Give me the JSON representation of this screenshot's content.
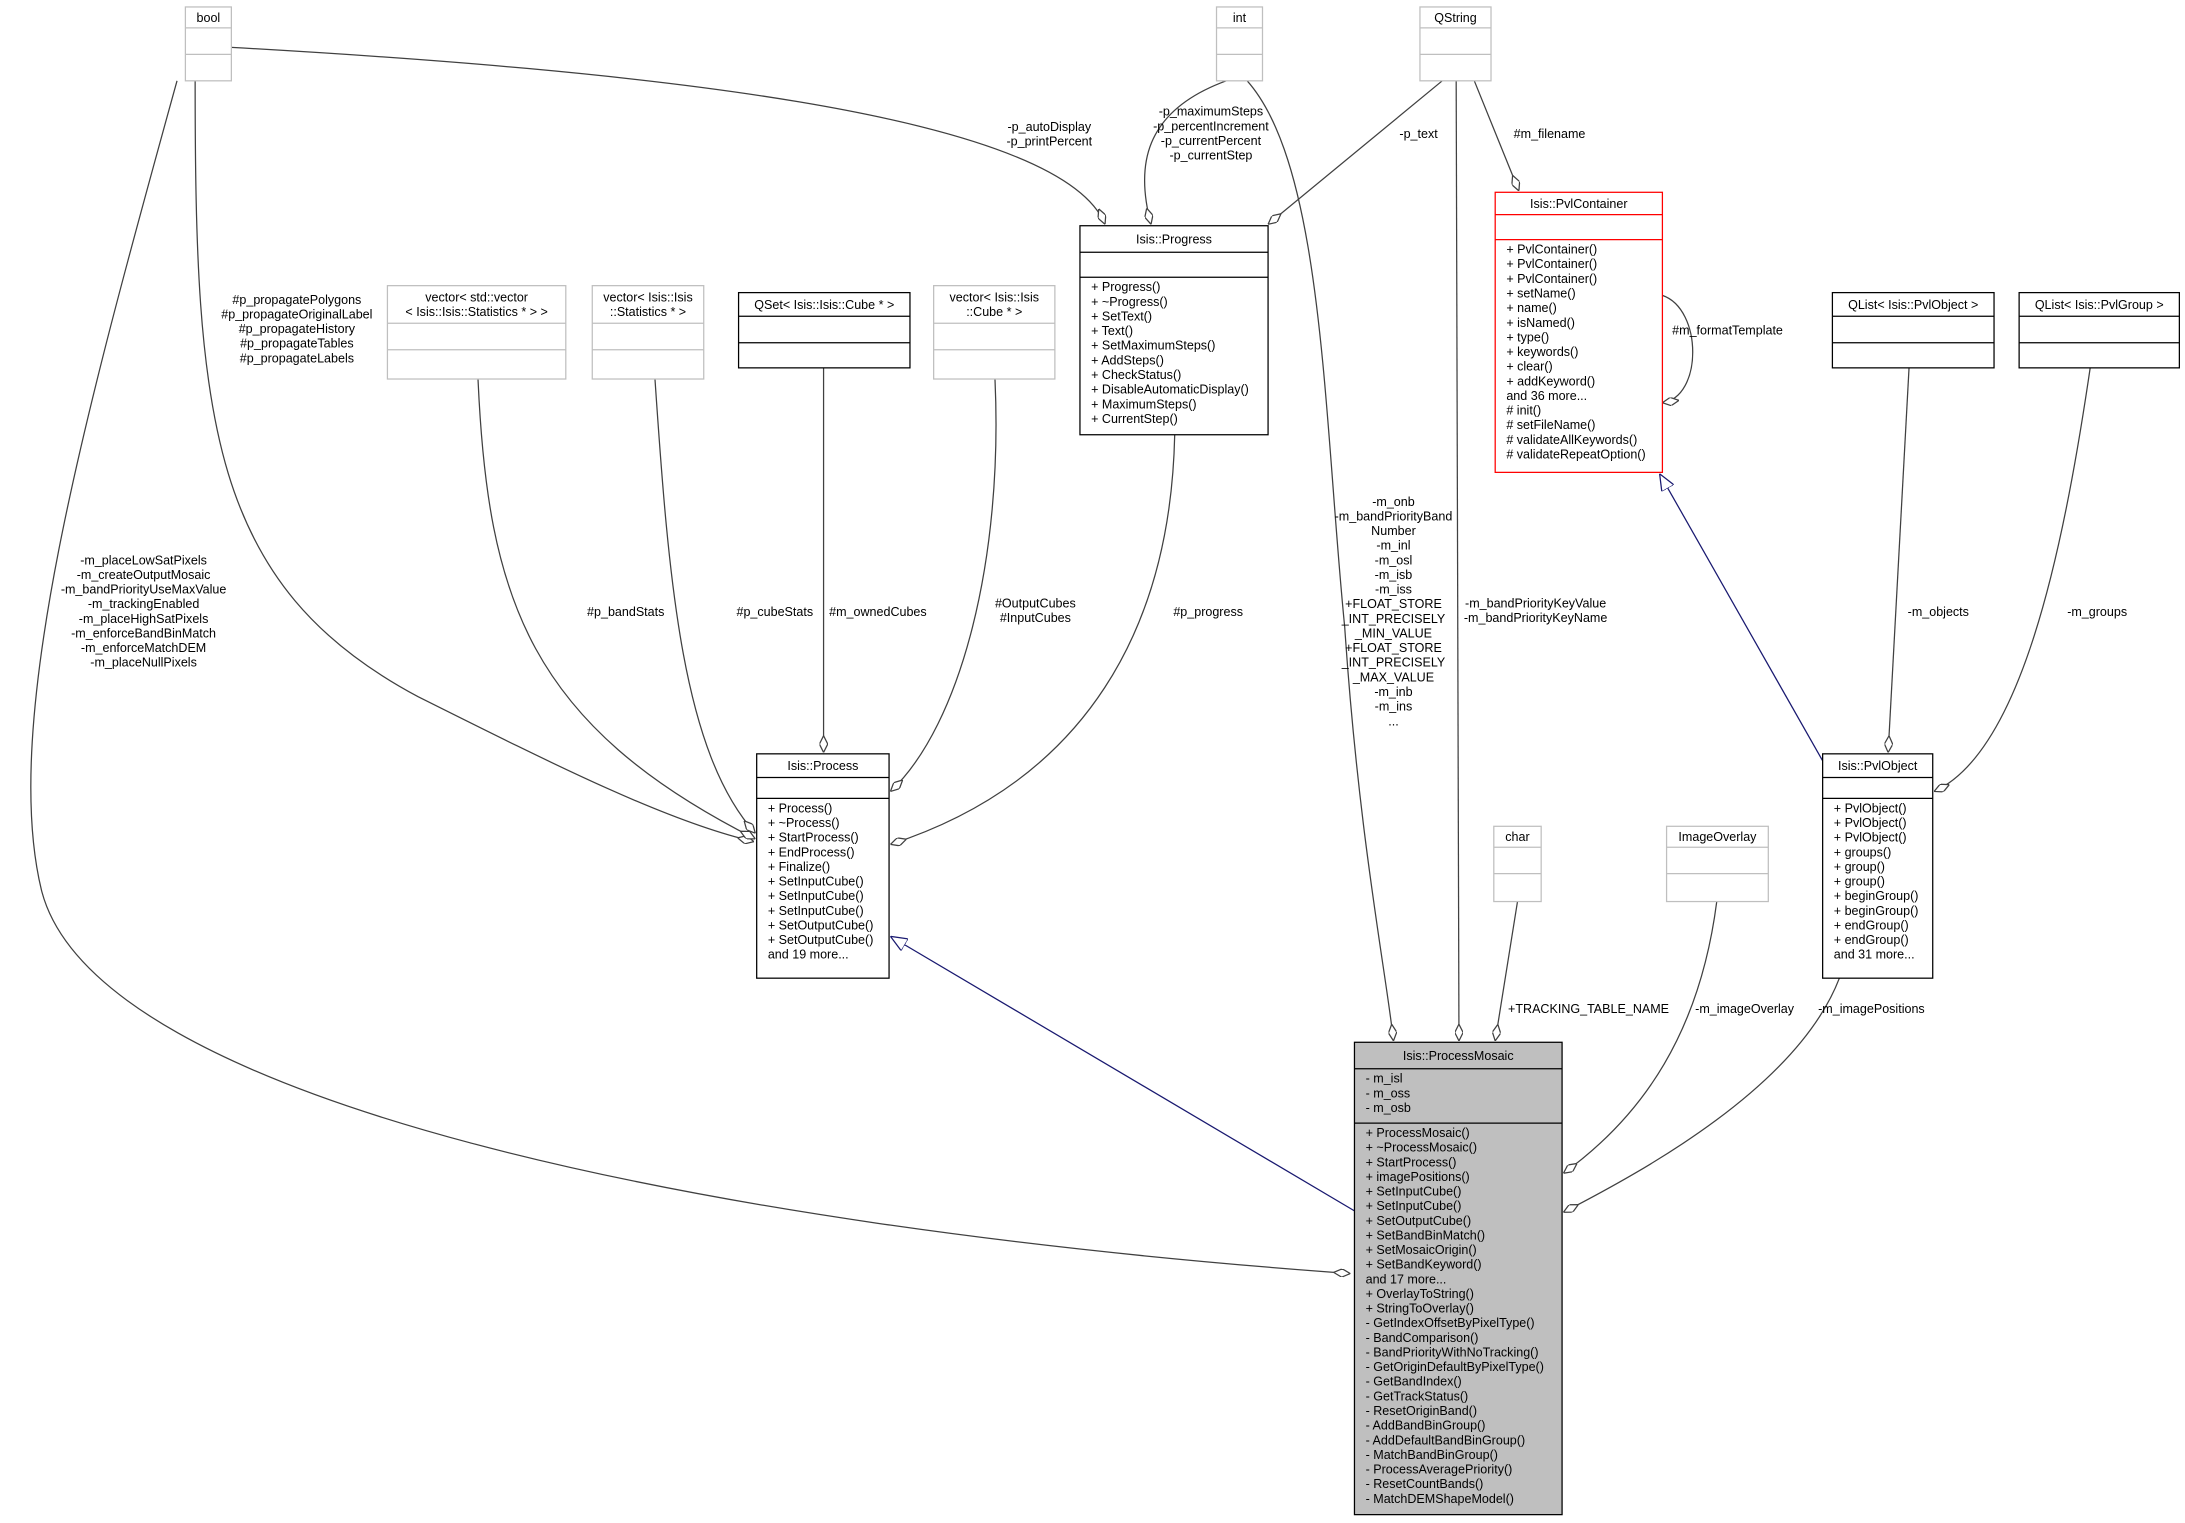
{
  "diagram": {
    "classes": {
      "bool": {
        "name": [
          "bool"
        ],
        "attributes": [],
        "methods": []
      },
      "int": {
        "name": [
          "int"
        ],
        "attributes": [],
        "methods": []
      },
      "qstring": {
        "name": [
          "QString"
        ],
        "attributes": [],
        "methods": []
      },
      "pvlcontainer": {
        "name": [
          "Isis::PvlContainer"
        ],
        "attributes": [],
        "methods": [
          "+ PvlContainer()",
          "+ PvlContainer()",
          "+ PvlContainer()",
          "+ setName()",
          "+ name()",
          "+ isNamed()",
          "+ type()",
          "+ keywords()",
          "+ clear()",
          "+ addKeyword()",
          "and 36 more...",
          "# init()",
          "# setFileName()",
          "# validateAllKeywords()",
          "# validateRepeatOption()"
        ]
      },
      "progress": {
        "name": [
          "Isis::Progress"
        ],
        "attributes": [],
        "methods": [
          "+ Progress()",
          "+ ~Progress()",
          "+ SetText()",
          "+ Text()",
          "+ SetMaximumSteps()",
          "+ AddSteps()",
          "+ CheckStatus()",
          "+ DisableAutomaticDisplay()",
          "+ MaximumSteps()",
          "+ CurrentStep()"
        ]
      },
      "vecvecstats": {
        "name": [
          "vector< std::vector",
          "< Isis::Isis::Statistics * > >"
        ],
        "attributes": [],
        "methods": []
      },
      "vecstats": {
        "name": [
          "vector< Isis::Isis",
          "::Statistics * >"
        ],
        "attributes": [],
        "methods": []
      },
      "qsetcube": {
        "name": [
          "QSet< Isis::Isis::Cube * >"
        ],
        "attributes": [],
        "methods": []
      },
      "veccube": {
        "name": [
          "vector< Isis::Isis",
          "::Cube * >"
        ],
        "attributes": [],
        "methods": []
      },
      "qlistobject": {
        "name": [
          "QList< Isis::PvlObject >"
        ],
        "attributes": [],
        "methods": []
      },
      "qlistgroup": {
        "name": [
          "QList< Isis::PvlGroup >"
        ],
        "attributes": [],
        "methods": []
      },
      "process": {
        "name": [
          "Isis::Process"
        ],
        "attributes": [],
        "methods": [
          "+ Process()",
          "+ ~Process()",
          "+ StartProcess()",
          "+ EndProcess()",
          "+ Finalize()",
          "+ SetInputCube()",
          "+ SetInputCube()",
          "+ SetInputCube()",
          "+ SetOutputCube()",
          "+ SetOutputCube()",
          "and 19 more..."
        ]
      },
      "pvlobject": {
        "name": [
          "Isis::PvlObject"
        ],
        "attributes": [],
        "methods": [
          "+ PvlObject()",
          "+ PvlObject()",
          "+ PvlObject()",
          "+ groups()",
          "+ group()",
          "+ group()",
          "+ beginGroup()",
          "+ beginGroup()",
          "+ endGroup()",
          "+ endGroup()",
          "and 31 more..."
        ]
      },
      "char": {
        "name": [
          "char"
        ],
        "attributes": [],
        "methods": []
      },
      "imageoverlay": {
        "name": [
          "ImageOverlay"
        ],
        "attributes": [],
        "methods": []
      },
      "processmosaic": {
        "name": [
          "Isis::ProcessMosaic"
        ],
        "attributes": [
          "- m_isl",
          "- m_oss",
          "- m_osb"
        ],
        "methods": [
          "+ ProcessMosaic()",
          "+ ~ProcessMosaic()",
          "+ StartProcess()",
          "+ imagePositions()",
          "+ SetInputCube()",
          "+ SetInputCube()",
          "+ SetOutputCube()",
          "+ SetBandBinMatch()",
          "+ SetMosaicOrigin()",
          "+ SetBandKeyword()",
          "and 17 more...",
          "+ OverlayToString()",
          "+ StringToOverlay()",
          "- GetIndexOffsetByPixelType()",
          "- BandComparison()",
          "- BandPriorityWithNoTracking()",
          "- GetOriginDefaultByPixelType()",
          "- GetBandIndex()",
          "- GetTrackStatus()",
          "- ResetOriginBand()",
          "- AddBandBinGroup()",
          "- AddDefaultBandBinGroup()",
          "- MatchBandBinGroup()",
          "- ProcessAveragePriority()",
          "- ResetCountBands()",
          "- MatchDEMShapeModel()"
        ]
      }
    },
    "edge_labels": {
      "bool_processmosaic": [
        "-m_placeLowSatPixels",
        "-m_createOutputMosaic",
        "-m_bandPriorityUseMaxValue",
        "-m_trackingEnabled",
        "-m_placeHighSatPixels",
        "-m_enforceBandBinMatch",
        "-m_enforceMatchDEM",
        "-m_placeNullPixels"
      ],
      "bool_process": [
        "#p_propagatePolygons",
        "#p_propagateOriginalLabel",
        "#p_propagateHistory",
        "#p_propagateTables",
        "#p_propagateLabels"
      ],
      "bool_progress": [
        "-p_autoDisplay",
        "-p_printPercent"
      ],
      "int_progress": [
        "-p_maximumSteps",
        "-p_percentIncrement",
        "-p_currentPercent",
        "-p_currentStep"
      ],
      "int_processmosaic": [
        "-m_onb",
        "-m_bandPriorityBand",
        "Number",
        "-m_inl",
        "-m_osl",
        "-m_isb",
        "-m_iss",
        "+FLOAT_STORE",
        "_INT_PRECISELY",
        "_MIN_VALUE",
        "+FLOAT_STORE",
        "_INT_PRECISELY",
        "_MAX_VALUE",
        "-m_inb",
        "-m_ins",
        "..."
      ],
      "qstring_progress": [
        "-p_text"
      ],
      "qstring_processmosaic": [
        "-m_bandPriorityKeyValue",
        "-m_bandPriorityKeyName"
      ],
      "qstring_pvlcontainer": [
        "#m_filename"
      ],
      "pvlcontainer_self": [
        "#m_formatTemplate"
      ],
      "vecvecstats_process": [
        "#p_bandStats"
      ],
      "vecstats_process": [
        "#p_cubeStats"
      ],
      "qsetcube_process": [
        "#m_ownedCubes"
      ],
      "veccube_process": [
        "#OutputCubes",
        "#InputCubes"
      ],
      "progress_process": [
        "#p_progress"
      ],
      "qlistobject_pvlobject": [
        "-m_objects"
      ],
      "qlistgroup_pvlobject": [
        "-m_groups"
      ],
      "char_processmosaic": [
        "+TRACKING_TABLE_NAME"
      ],
      "imageoverlay_processmosaic": [
        "-m_imageOverlay"
      ],
      "pvlobject_processmosaic": [
        "-m_imagePositions"
      ]
    },
    "colors": {
      "aggregation_edge": "#404040",
      "inheritance_edge": "#191970",
      "focus_class_fill": "#bfbfbf",
      "undocumented_border": "#bfbfbf",
      "truncated_border": "#ff0000"
    }
  }
}
